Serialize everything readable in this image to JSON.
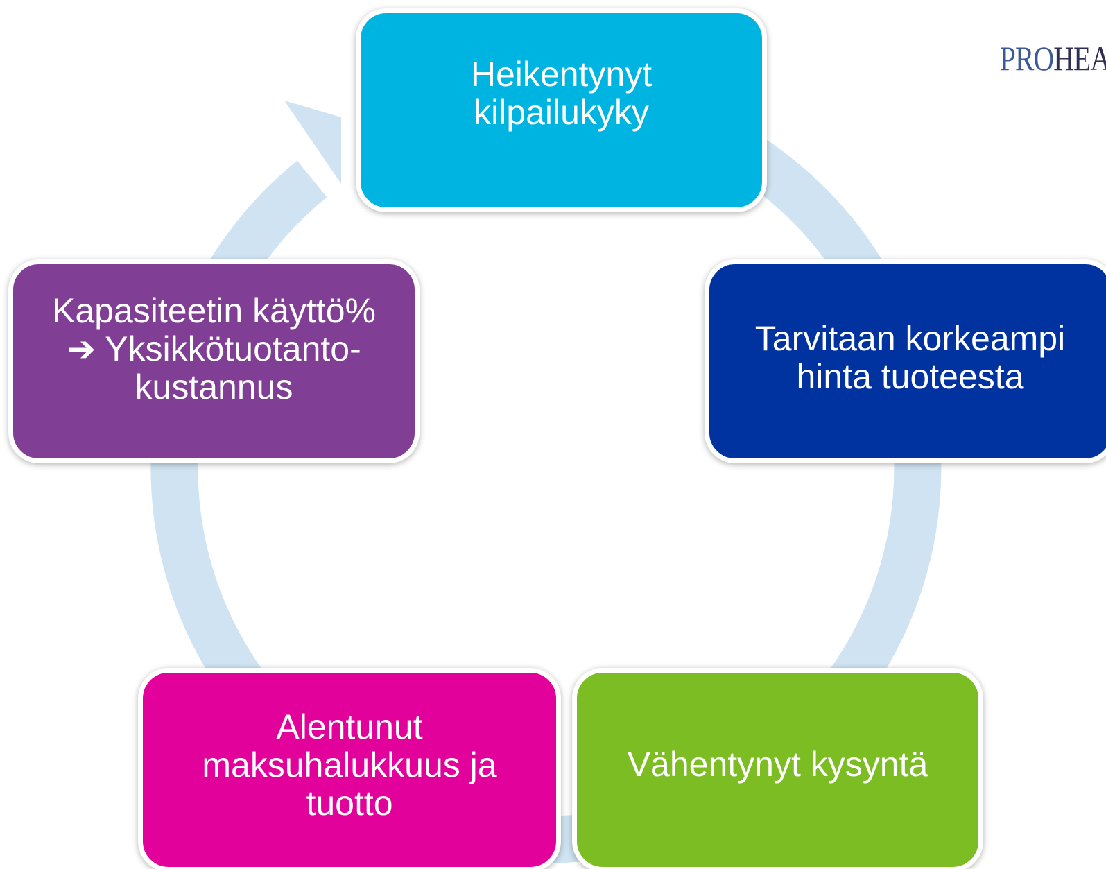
{
  "logo": {
    "text_a": "PRO",
    "text_b": "HEA"
  },
  "cycle": {
    "direction": "clockwise",
    "ring_color": "#cfe3f2",
    "arrowhead": "pointing-into-top-node",
    "nodes": [
      {
        "id": "heikentynyt-kilpailukyky",
        "color": "#00b4e2",
        "lines": [
          "Heikentynyt",
          "kilpailukyky"
        ]
      },
      {
        "id": "tarvitaan-korkeampi-hinta",
        "color": "#0033a0",
        "lines": [
          "Tarvitaan korkeampi",
          "hinta tuoteesta"
        ]
      },
      {
        "id": "vahentynyt-kysynta",
        "color": "#7bbd22",
        "lines": [
          "Vähentynyt kysyntä"
        ]
      },
      {
        "id": "alentunut-maksuhalukkuus",
        "color": "#e2019a",
        "lines": [
          "Alentunut",
          "maksuhalukkuus ja",
          "tuotto"
        ]
      },
      {
        "id": "kapasiteetin-kayttoaste",
        "color": "#803e95",
        "lines": [
          "Kapasiteetin käyttö%",
          "➔ Yksikkötuotanto-",
          "kustannus"
        ]
      }
    ]
  }
}
